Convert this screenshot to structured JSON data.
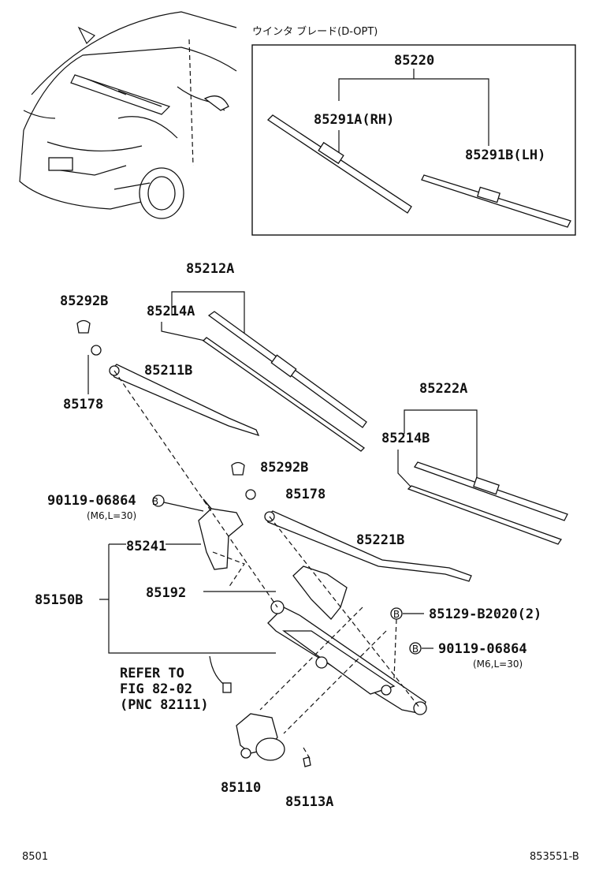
{
  "labels": {
    "inset_title": "ウインタ ブレード(D-OPT)",
    "p85220": "85220",
    "p85291a": "85291A(RH)",
    "p85291b": "85291B(LH)",
    "p85212a": "85212A",
    "p85214a": "85214A",
    "p85292b_1": "85292B",
    "p85178_1": "85178",
    "p85211b": "85211B",
    "p85222a": "85222A",
    "p85214b": "85214B",
    "p85292b_2": "85292B",
    "p85178_2": "85178",
    "p90119_left": "90119-06864",
    "p90119_left_spec": "(M6,L=30)",
    "p85241": "85241",
    "p85221b": "85221B",
    "p85150b": "85150B",
    "p85192": "85192",
    "p85129": "85129-B2020(2)",
    "p90119_right": "90119-06864",
    "p90119_right_spec": "(M6,L=30)",
    "refer_line1": "REFER TO",
    "refer_line2": "FIG 82-02",
    "refer_line3": "(PNC 82111)",
    "p85110": "85110",
    "p85113a": "85113A",
    "marker_b": "B",
    "footer_left": "8501",
    "footer_right": "853551-B"
  }
}
